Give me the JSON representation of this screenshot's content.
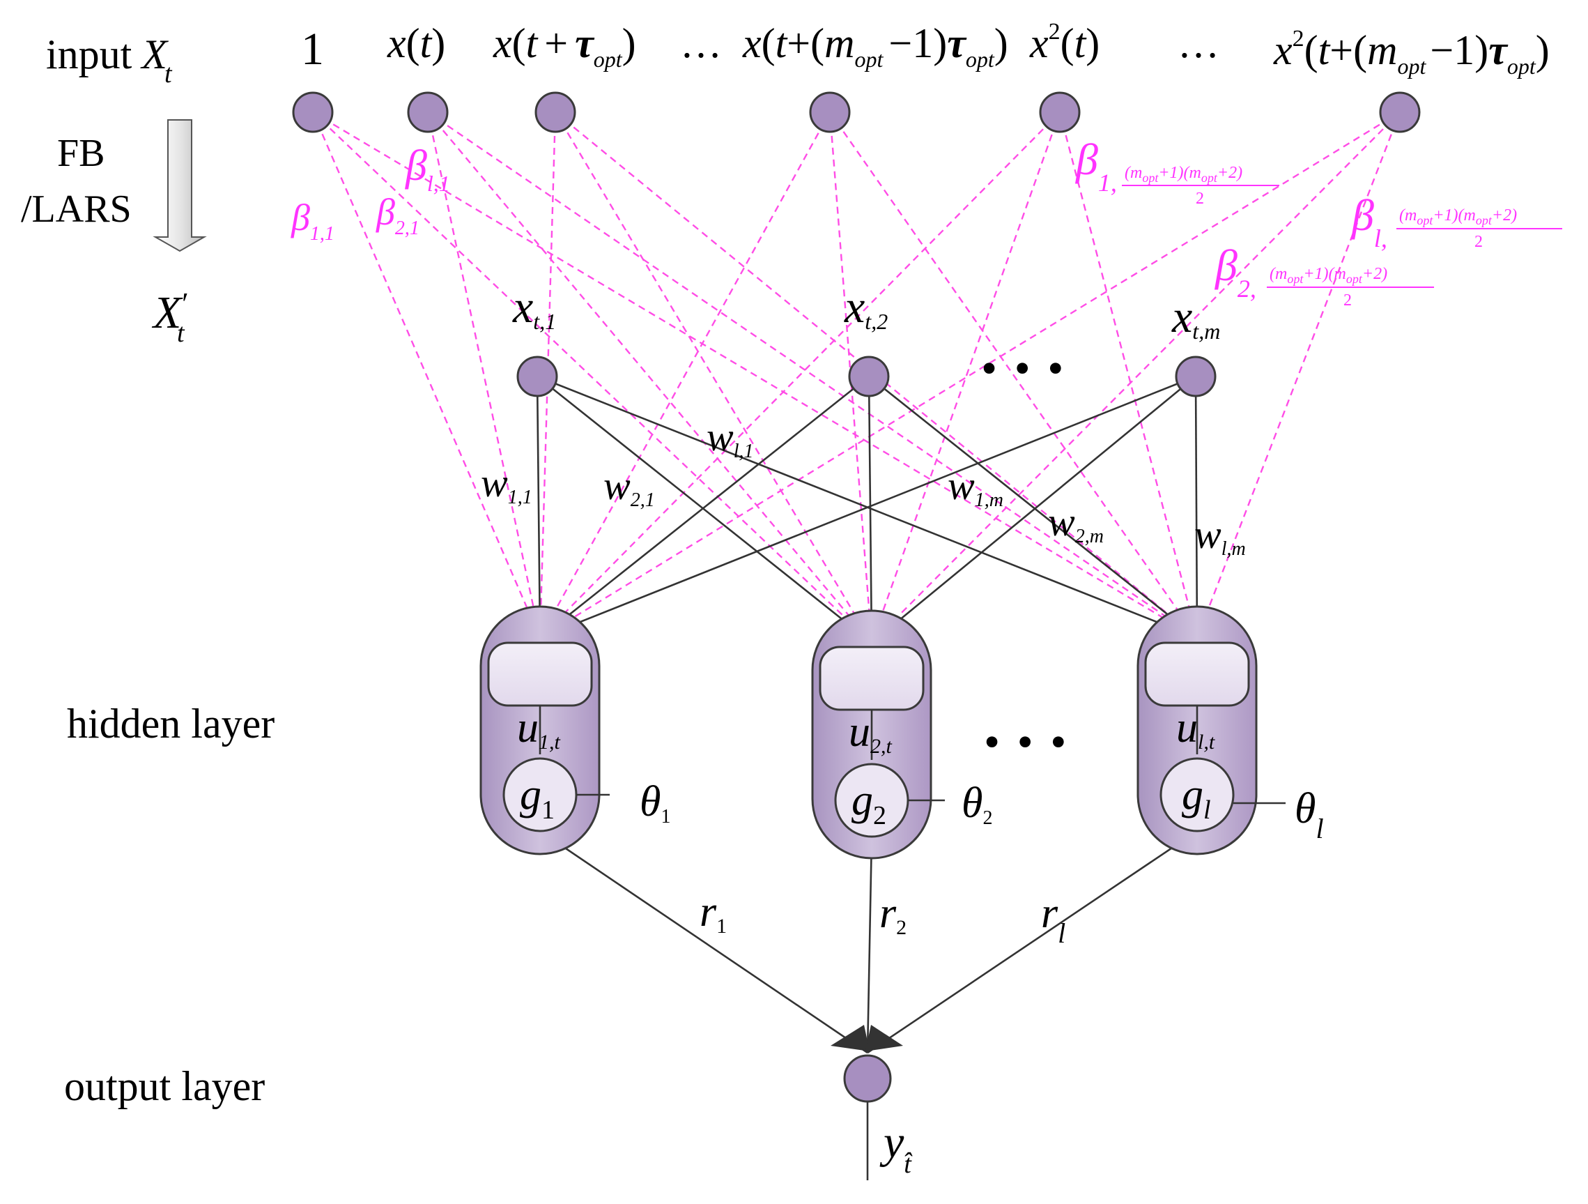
{
  "left_labels": {
    "input": "input",
    "fb": "FB",
    "lars": "/LARS",
    "hidden": "hidden layer",
    "output": "output layer"
  },
  "colors": {
    "node_fill": "#a78fc0",
    "beta_color": "#ff33ff",
    "pill_fill": "#c9b9db"
  },
  "symbols": {
    "one": "1",
    "dots": "…",
    "theta": "θ",
    "X": "X",
    "x": "x",
    "t": "t",
    "tau": "τ",
    "m": "m",
    "opt": "opt",
    "minus1": "−1)",
    "plus": "+",
    "lparen": "(",
    "rparen": ")",
    "sq": "2",
    "w": "w",
    "beta": "β",
    "u": "u",
    "g": "g",
    "r": "r",
    "y": "y",
    "hat_t": "t̂",
    "prime": "′",
    "big_dots": "• • •",
    "frac_num": "(m",
    "frac_plus1": "+1)(m",
    "frac_plus2": "+2)",
    "frac_den": "2",
    "i1": "1",
    "i2": "2",
    "il": "l",
    "im": "m",
    "sub_11": "1,1",
    "sub_21": "2,1",
    "sub_l1": "l,1",
    "sub_1m": "1,m",
    "sub_2m": "2,m",
    "sub_lm": "l,m",
    "sub_t1": "t,1",
    "sub_t2": "t,2",
    "sub_tm": "t,m",
    "sub_1t": "1,t",
    "sub_2t": "2,t",
    "sub_lt": "l,t",
    "beta_sub1": "1,",
    "beta_sub2": "2,",
    "beta_subl": "l,"
  }
}
